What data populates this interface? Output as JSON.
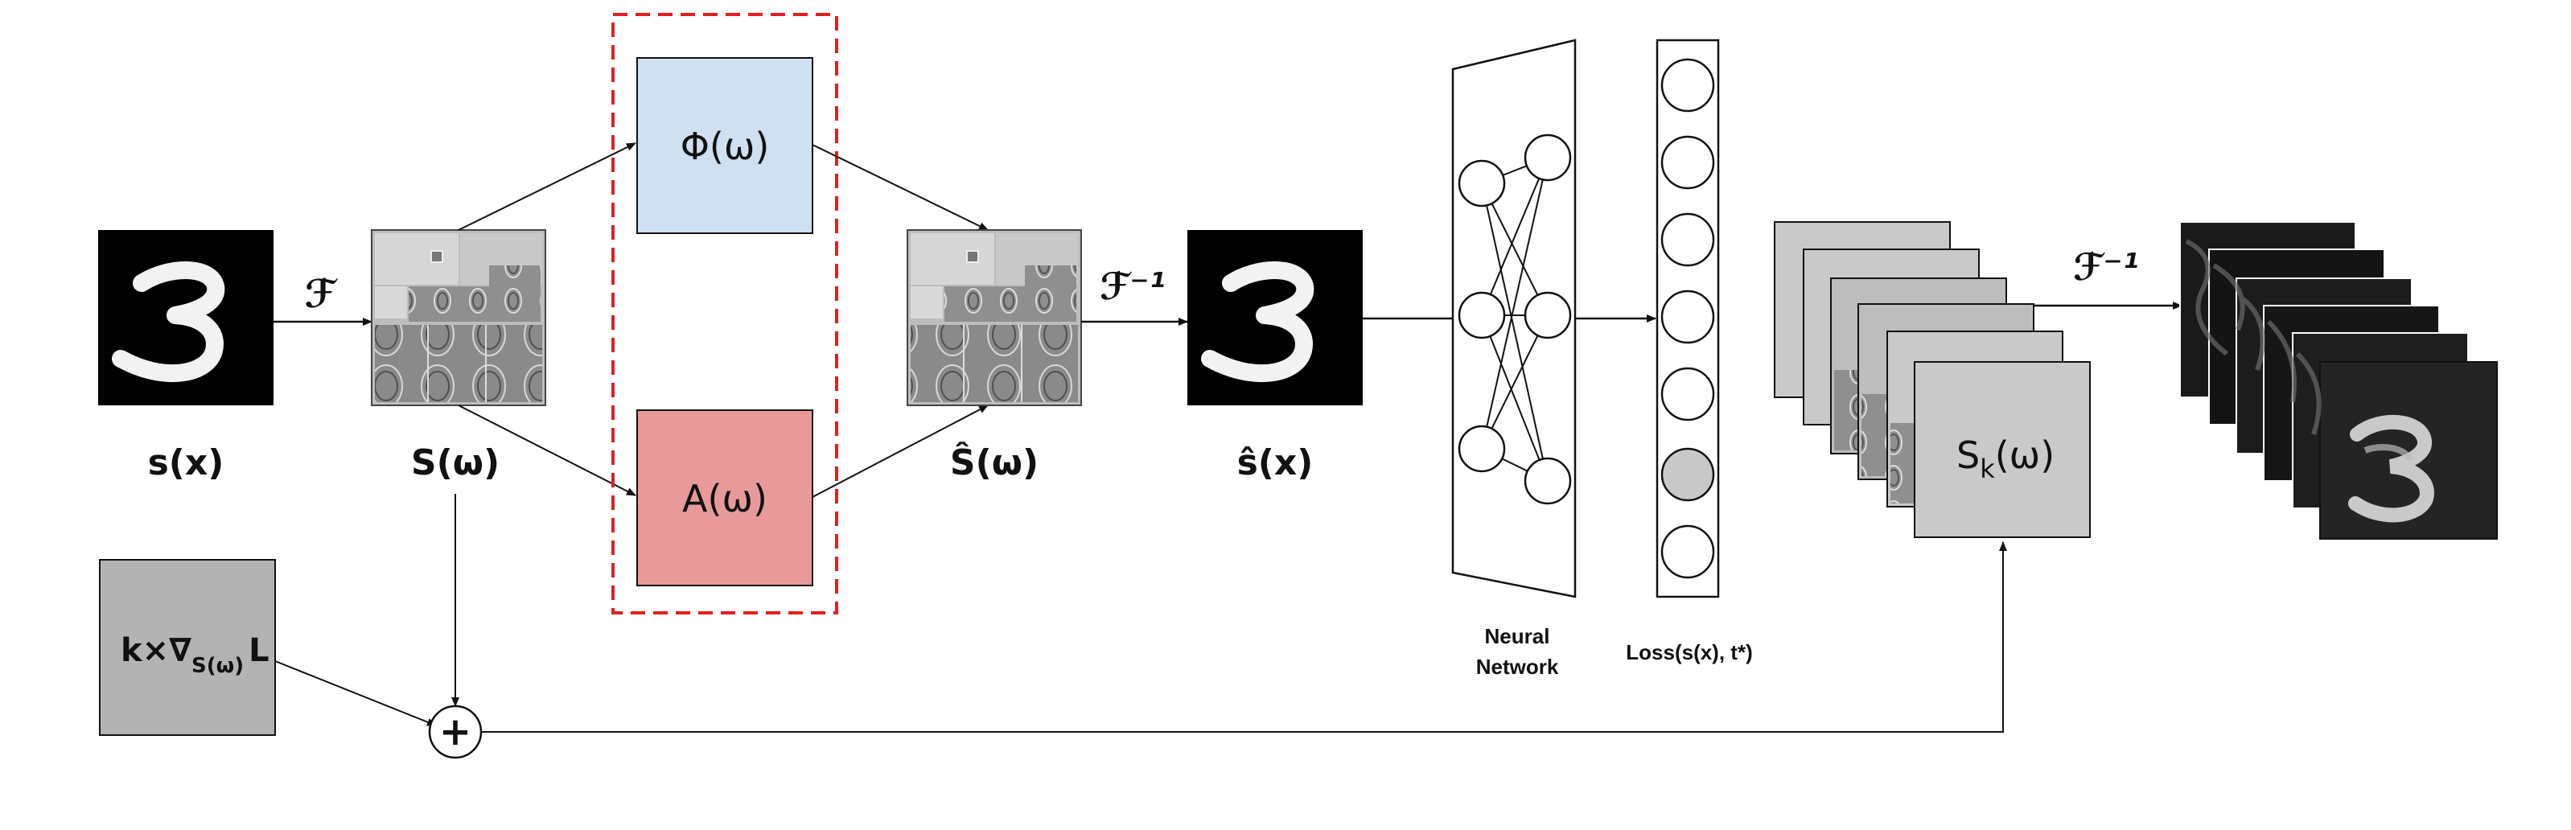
{
  "labels": {
    "s_x": "s(x)",
    "S_omega": "S(ω)",
    "S_hat_omega": "Ŝ(ω)",
    "s_hat_x": "ŝ(x)",
    "phi_box": "Φ(ω)",
    "a_box": "A(ω)",
    "fourier": "ℱ",
    "inv_fourier": "ℱ⁻¹",
    "inv_fourier_2": "ℱ⁻¹",
    "grad_k": "k×∇",
    "grad_sub": "S(ω)",
    "grad_L": "L",
    "sk_main": "S",
    "sk_sub": "k",
    "sk_tail": "(ω)",
    "plus": "+",
    "neural_1": "Neural",
    "neural_2": "Network",
    "loss": "Loss(s(x), t*)"
  },
  "colors": {
    "phi_fill": "#cfe0f0",
    "a_fill": "#e89a9a",
    "dashed_red": "#e02020",
    "grad_fill": "#b3b3b3",
    "sk_fill": "#c9c9c9",
    "loss_highlight": "#c8c8c8"
  }
}
